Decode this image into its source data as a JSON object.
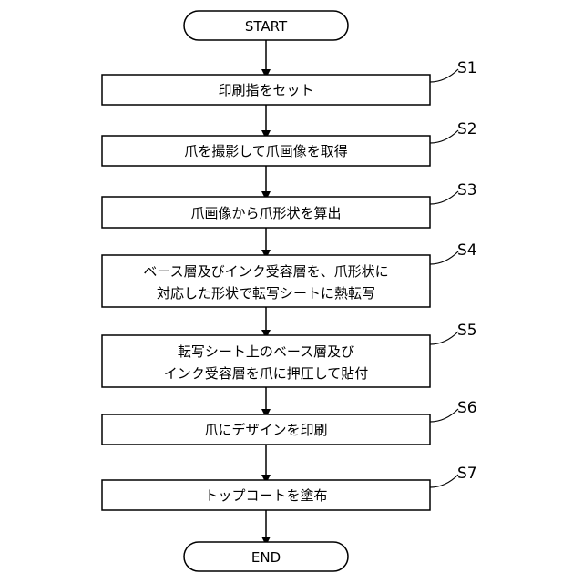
{
  "start_label": "START",
  "end_label": "END",
  "steps": [
    {
      "id": "S1",
      "lines": [
        "印刷指をセット"
      ]
    },
    {
      "id": "S2",
      "lines": [
        "爪を撮影して爪画像を取得"
      ]
    },
    {
      "id": "S3",
      "lines": [
        "爪画像から爪形状を算出"
      ]
    },
    {
      "id": "S4",
      "lines": [
        "ベース層及びインク受容層を、爪形状に",
        "対応した形状で転写シートに熱転写"
      ]
    },
    {
      "id": "S5",
      "lines": [
        "転写シート上のベース層及び",
        "インク受容層を爪に押圧して貼付"
      ]
    },
    {
      "id": "S6",
      "lines": [
        "爪にデザインを印刷"
      ]
    },
    {
      "id": "S7",
      "lines": [
        "トップコートを塗布"
      ]
    }
  ]
}
